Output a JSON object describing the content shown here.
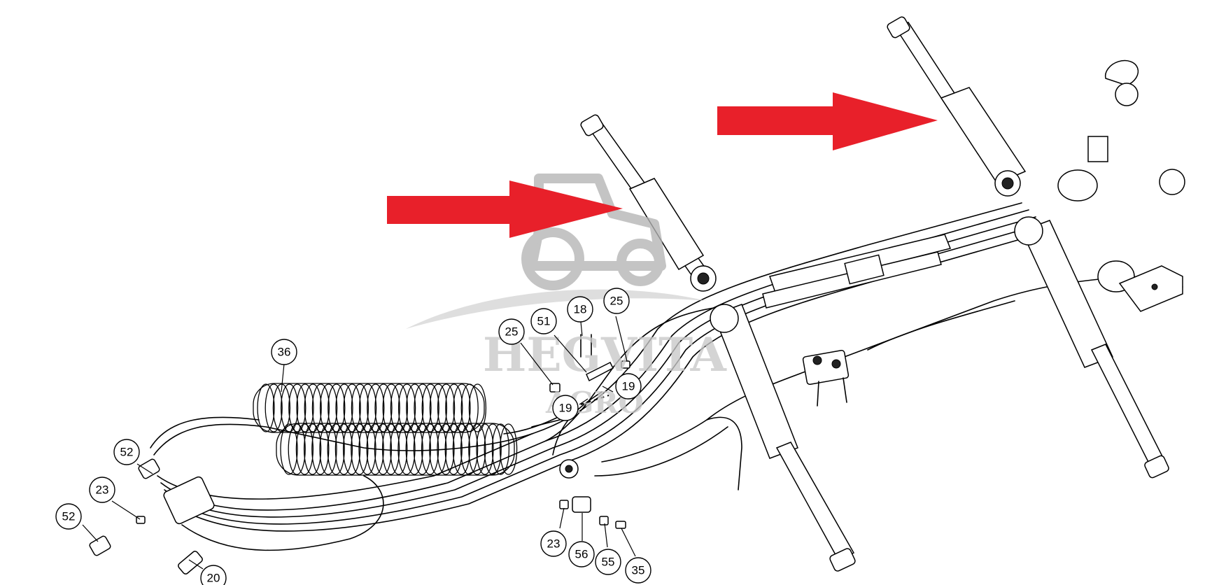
{
  "watermark": {
    "brand_line1": "HEGVITA",
    "brand_line2": "AGRO",
    "color": "#b4b4b4"
  },
  "arrows": {
    "color": "#e8202a",
    "count": 2
  },
  "callouts": [
    {
      "id": "c36",
      "label": "36"
    },
    {
      "id": "c52a",
      "label": "52"
    },
    {
      "id": "c23a",
      "label": "23"
    },
    {
      "id": "c52b",
      "label": "52"
    },
    {
      "id": "c20",
      "label": "20"
    },
    {
      "id": "c25a",
      "label": "25"
    },
    {
      "id": "c51",
      "label": "51"
    },
    {
      "id": "c18",
      "label": "18"
    },
    {
      "id": "c25b",
      "label": "25"
    },
    {
      "id": "c19a",
      "label": "19"
    },
    {
      "id": "c19b",
      "label": "19"
    },
    {
      "id": "c23b",
      "label": "23"
    },
    {
      "id": "c56",
      "label": "56"
    },
    {
      "id": "c55",
      "label": "55"
    },
    {
      "id": "c35",
      "label": "35"
    }
  ]
}
